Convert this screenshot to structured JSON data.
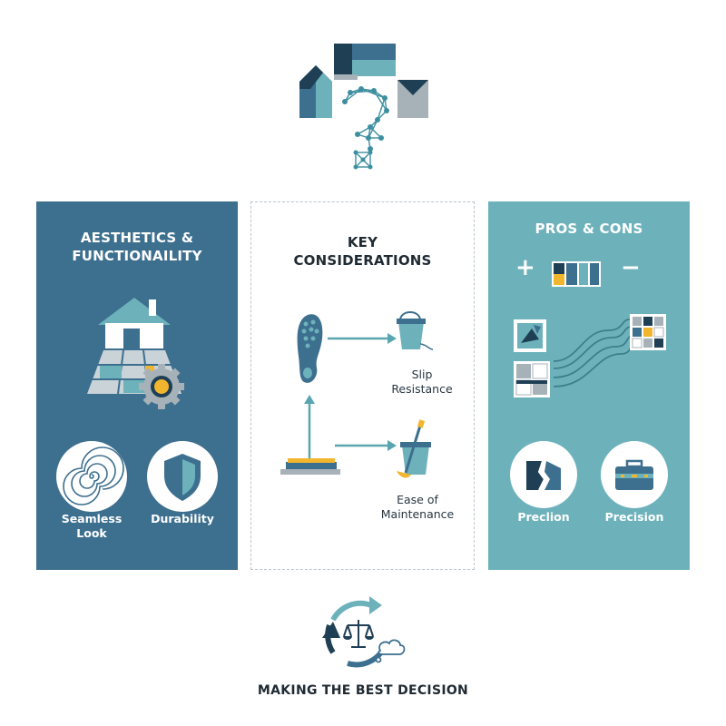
{
  "panels": {
    "left": {
      "title_lines": [
        "AESTHETICS &",
        "FUNCTIONAILITY"
      ],
      "items": [
        {
          "label_lines": [
            "Seamless",
            "Look"
          ],
          "icon": "spiral-icon"
        },
        {
          "label_lines": [
            "Durability"
          ],
          "icon": "shield-icon"
        }
      ]
    },
    "middle": {
      "title_lines": [
        "KEY",
        "CONSIDERATIONS"
      ],
      "items": [
        {
          "label_lines": [
            "Slip",
            "Resistance"
          ],
          "icon": "bucket-icon"
        },
        {
          "label_lines": [
            "Ease of",
            "Maintenance"
          ],
          "icon": "mop-bucket-icon"
        }
      ]
    },
    "right": {
      "title": "PROS & CONS",
      "plus": "+",
      "minus": "−",
      "items": [
        {
          "label": "Preclion",
          "icon": "cracked-tile-icon"
        },
        {
          "label": "Precision",
          "icon": "toolbox-icon"
        }
      ]
    }
  },
  "bottom": {
    "title": "MAKING THE BEST DECISION",
    "icon": "scales-cycle-icon"
  },
  "colors": {
    "navy": "#3d6f8f",
    "teal": "#6db2bb",
    "accent": "#f2b52e",
    "dark": "#1f3f55",
    "grey": "#a7b1b8"
  }
}
